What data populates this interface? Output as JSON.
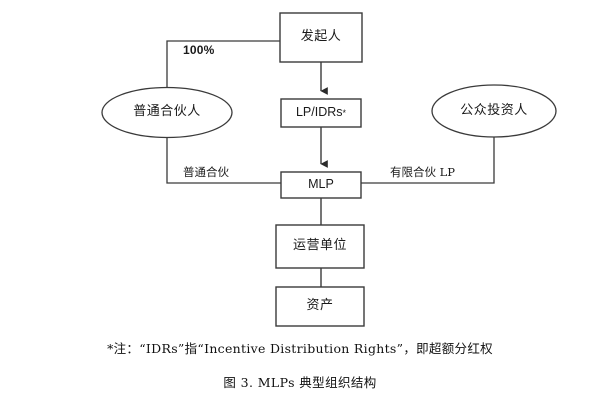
{
  "figure": {
    "caption": "图 3. MLPs 典型组织结构",
    "footnote": "*注：“IDRs”指“Incentive Distribution Rights”，即超额分红权"
  },
  "colors": {
    "stroke": "#3a3a3a",
    "text": "#1a1a1a",
    "background": "#ffffff"
  },
  "nodes": {
    "sponsor": {
      "label": "发起人",
      "shape": "rect"
    },
    "general_partner": {
      "label": "普通合伙人",
      "shape": "ellipse"
    },
    "lp_idrs": {
      "label": "LP/IDRs",
      "superscript": "*",
      "shape": "rect"
    },
    "public_investors": {
      "label": "公众投资人",
      "shape": "ellipse"
    },
    "mlp": {
      "label": "MLP",
      "shape": "rect"
    },
    "operating_unit": {
      "label": "运营单位",
      "shape": "rect"
    },
    "assets": {
      "label": "资产",
      "shape": "rect"
    }
  },
  "edges": {
    "sponsor_to_gp": {
      "label": "100%"
    },
    "gp_to_mlp": {
      "label": "普通合伙"
    },
    "public_to_mlp": {
      "label": "有限合伙 LP"
    },
    "sponsor_to_lpidrs": {
      "label": ""
    },
    "lpidrs_to_mlp": {
      "label": ""
    },
    "mlp_to_operating": {
      "label": ""
    },
    "operating_to_assets": {
      "label": ""
    }
  }
}
